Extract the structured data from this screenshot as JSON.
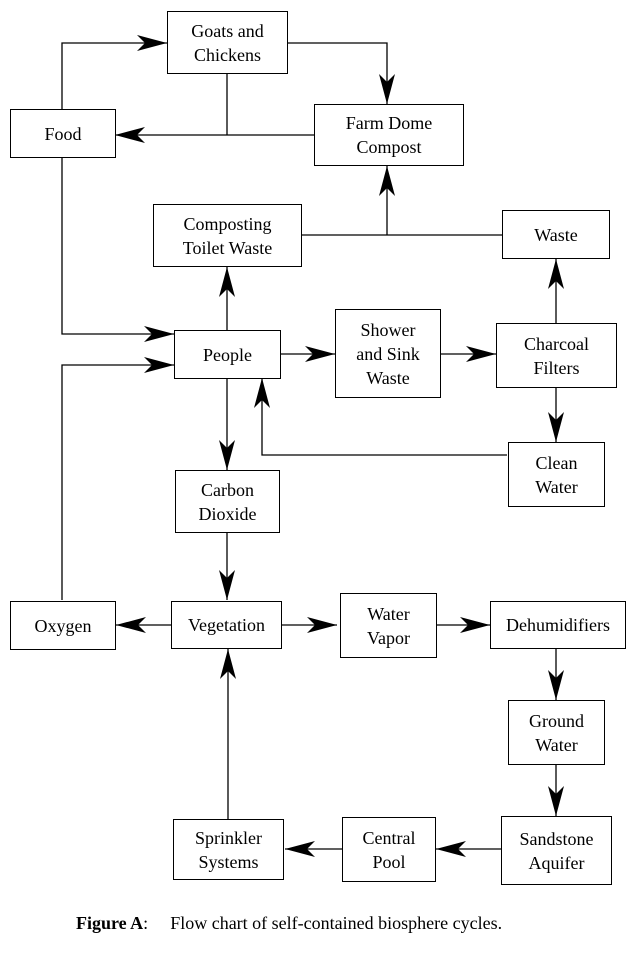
{
  "diagram": {
    "nodes": {
      "goats": "Goats and\nChickens",
      "food": "Food",
      "farm_compost": "Farm Dome\nCompost",
      "toilet_waste": "Composting\nToilet Waste",
      "waste": "Waste",
      "people": "People",
      "shower": "Shower\nand Sink\nWaste",
      "charcoal": "Charcoal\nFilters",
      "clean_water": "Clean\nWater",
      "co2": "Carbon\nDioxide",
      "oxygen": "Oxygen",
      "vegetation": "Vegetation",
      "water_vapor": "Water\nVapor",
      "dehumidifiers": "Dehumidifiers",
      "ground_water": "Ground\nWater",
      "aquifer": "Sandstone\nAquifer",
      "central_pool": "Central\nPool",
      "sprinkler": "Sprinkler\nSystems"
    },
    "edges": [
      {
        "from": "food",
        "to": "goats"
      },
      {
        "from": "goats",
        "to": "farm_compost"
      },
      {
        "from": "goats",
        "to": "food"
      },
      {
        "from": "farm_compost",
        "to": "food"
      },
      {
        "from": "food",
        "to": "people"
      },
      {
        "from": "toilet_waste",
        "to": "farm_compost"
      },
      {
        "from": "waste",
        "to": "farm_compost"
      },
      {
        "from": "people",
        "to": "toilet_waste"
      },
      {
        "from": "people",
        "to": "shower"
      },
      {
        "from": "shower",
        "to": "charcoal"
      },
      {
        "from": "charcoal",
        "to": "waste"
      },
      {
        "from": "charcoal",
        "to": "clean_water"
      },
      {
        "from": "clean_water",
        "to": "people"
      },
      {
        "from": "people",
        "to": "co2"
      },
      {
        "from": "oxygen",
        "to": "people"
      },
      {
        "from": "co2",
        "to": "vegetation"
      },
      {
        "from": "vegetation",
        "to": "oxygen"
      },
      {
        "from": "vegetation",
        "to": "water_vapor"
      },
      {
        "from": "water_vapor",
        "to": "dehumidifiers"
      },
      {
        "from": "dehumidifiers",
        "to": "ground_water"
      },
      {
        "from": "ground_water",
        "to": "aquifer"
      },
      {
        "from": "aquifer",
        "to": "central_pool"
      },
      {
        "from": "central_pool",
        "to": "sprinkler"
      },
      {
        "from": "sprinkler",
        "to": "vegetation"
      }
    ]
  },
  "caption": {
    "label": "Figure A",
    "colon": ":",
    "text": "Flow chart of self-contained biosphere cycles."
  }
}
